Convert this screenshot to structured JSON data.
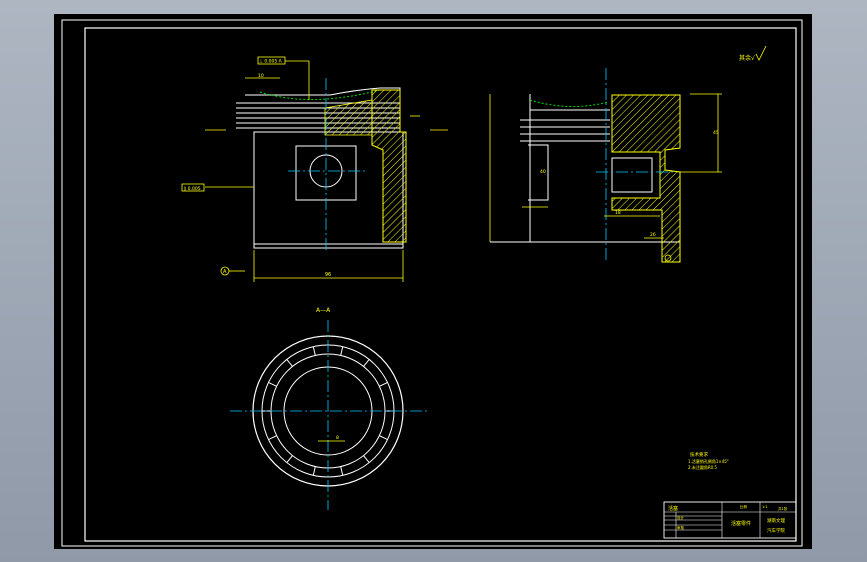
{
  "colors": {
    "background": "#000000",
    "outline": "#ffffff",
    "dimension": "#ffff00",
    "centerline": "#00c8ff",
    "hatch": "#ffff00",
    "arc": "#00e000",
    "text": "#ffff00"
  },
  "icons": {
    "roughness": "roughness-symbol-icon",
    "datum": "datum-arrow-icon"
  },
  "annotations": {
    "section_label": "A—A",
    "roughness_note": "其余√",
    "tolerance_top": "⊥ 0.005 A",
    "tolerance_left": "∥ 0.005",
    "datum_left": "A",
    "dim_width": "96",
    "dim_right_height": "45",
    "dim_right_ring": "40",
    "dim_left_small": "10",
    "dim_right_small": "18",
    "dim_bottom_right": "26",
    "dim_ring_label": "8"
  },
  "tech_notes": {
    "title": "技术要求",
    "line1": "1.活塞销孔倒角1×45°",
    "line2": "2.未注圆角R0.5"
  },
  "title_block": {
    "name": "活塞",
    "drawing_title": "活塞零件",
    "scale_label": "比例",
    "scale": "1:1",
    "sheet": "共1张",
    "school": "湖南文理",
    "dept": "汽车学院",
    "designer": "设计",
    "checker": "审核"
  }
}
